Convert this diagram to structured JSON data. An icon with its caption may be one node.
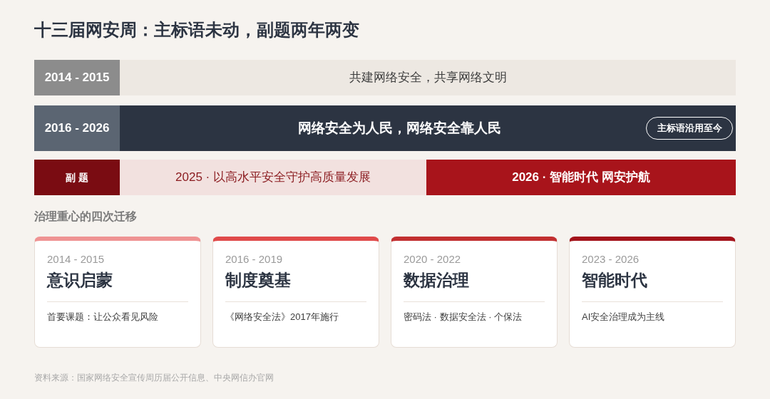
{
  "diagram": {
    "title": "十三届网安周：主标语未动，副题两年两变",
    "caption": "资料来源：国家网络安全宣传周历届公开信息、中央网信办官网",
    "nodes": [
      {
        "text": [
          "2014 - 2015"
        ]
      },
      {
        "text": [
          "共建网络安全，共享网络文明"
        ]
      },
      {
        "text": [
          "2016 - 2026"
        ]
      },
      {
        "text": [
          "网络安全为人民，网络安全靠人民"
        ]
      },
      {
        "text": [
          "主标语沿用至今"
        ],
        "in": 3
      },
      {
        "text": [
          "副 题"
        ]
      },
      {
        "text": [
          "2025 · 以高水平安全守护高质量发展"
        ]
      },
      {
        "text": [
          "2026 · 智能时代 网安护航"
        ]
      },
      {
        "text": [
          "2014 - 2015",
          "意识启蒙",
          "首要课题：让公众看见风险"
        ]
      },
      {
        "text": [
          "2016 - 2019",
          "制度奠基",
          "《网络安全法》2017年施行"
        ]
      },
      {
        "text": [
          "2020 - 2022",
          "数据治理",
          "密码法 · 数据安全法 · 个保法"
        ]
      },
      {
        "text": [
          "2023 - 2026",
          "智能时代",
          "AI安全治理成为主线"
        ]
      }
    ],
    "edges": [],
    "labels": [
      "治理重心的四次迁移"
    ]
  }
}
